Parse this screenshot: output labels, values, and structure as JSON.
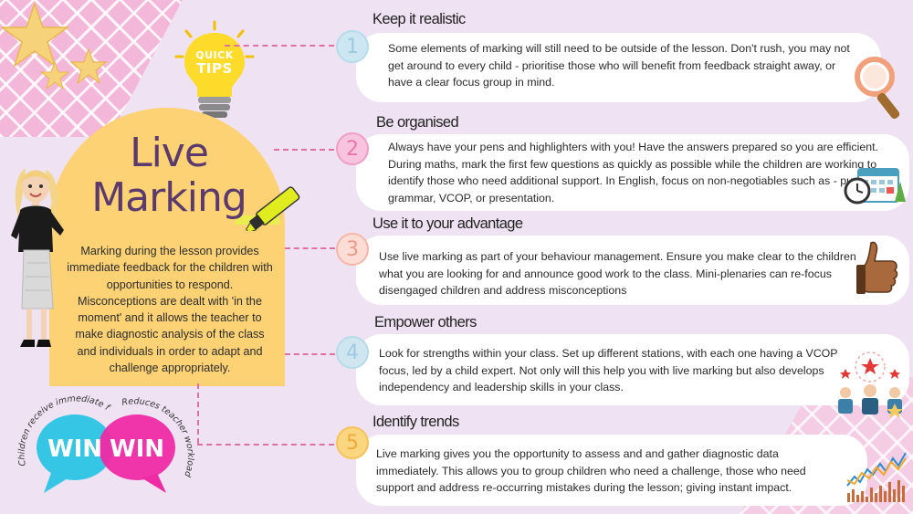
{
  "poster": {
    "badge": {
      "line1": "QUICK",
      "line2": "TIPS"
    },
    "title_line1": "Live",
    "title_line2": "Marking",
    "description": "Marking during the lesson provides immediate feedback for the children with opportunities to respond. Misconceptions are dealt with 'in the moment' and it allows the teacher to make diagnostic analysis of the class and individuals in order to adapt and challenge appropriately.",
    "win_win": {
      "left_word": "WIN",
      "right_word": "WIN",
      "left_arc": "Children  receive  immediate feedback",
      "right_arc": "Reduces teacher workload"
    }
  },
  "tips": [
    {
      "number": "1",
      "heading": "Keep it realistic",
      "text": "Some elements of marking will still need to be outside of the lesson.  Don't rush, you may not get around to every child - prioritise those who will benefit from feedback straight away, or have a clear focus group in mind.",
      "icon": "magnifying-glass-icon"
    },
    {
      "number": "2",
      "heading": "Be organised",
      "text": "Always have your pens and highlighters with you!  Have the answers prepared so you are efficient.  During maths, mark the first few questions as quickly as possible while the children are working to identify those who need additional support. In English, focus on non-negotiables such as - punctuation, grammar, VCOP,  or presentation.",
      "icon": "calendar-clock-icon"
    },
    {
      "number": "3",
      "heading": "Use it to your advantage",
      "text": "Use live marking as part of your behaviour management.  Ensure you make clear to the children what you are looking for and announce good work to the class.  Mini-plenaries can re-focus disengaged children and address misconceptions",
      "icon": "thumbs-up-icon"
    },
    {
      "number": "4",
      "heading": "Empower others",
      "text": "Look for strengths within your class.  Set up different stations, with each one having a VCOP focus, led by a child expert.  Not only will this help you with live marking but also develops independency and leadership skills in your class.",
      "icon": "team-leader-icon"
    },
    {
      "number": "5",
      "heading": "Identify trends",
      "text": "Live marking gives you the opportunity to assess and and gather diagnostic data immediately.  This allows you to group children who need a challenge, those who need support and address re-occurring mistakes during the lesson; giving instant impact.",
      "icon": "trend-chart-icon"
    }
  ],
  "colors": {
    "background": "#efe2f3",
    "panel_yellow": "#fcd274",
    "title_purple": "#5b3a6e",
    "connector_pink": "#e06fa2",
    "win_cyan": "#35c6e6",
    "win_magenta": "#ef2aa5"
  }
}
